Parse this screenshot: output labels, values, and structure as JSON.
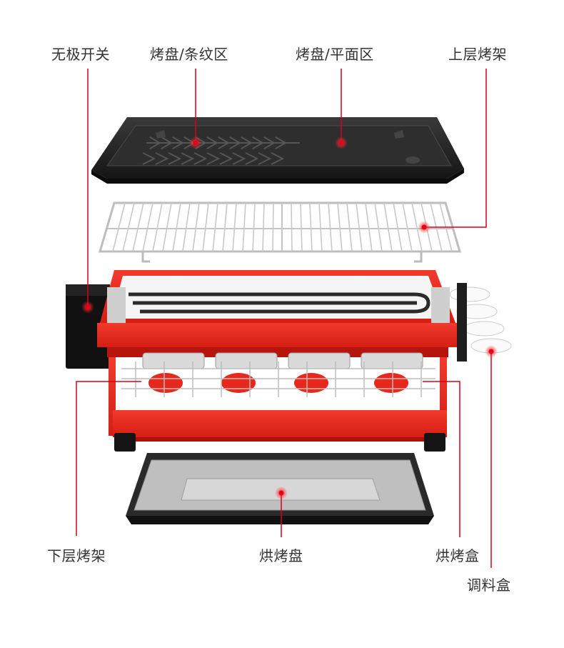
{
  "labels": {
    "stepless_switch": "无极开关",
    "plate_stripe": "烤盘/条纹区",
    "plate_flat": "烤盘/平面区",
    "upper_rack": "上层烤架",
    "lower_rack": "下层烤架",
    "baking_tray": "烘烤盘",
    "baking_box": "烘烤盒",
    "seasoning_box": "调料盒"
  },
  "colors": {
    "frame_red": "#e8271d",
    "plate_black": "#1b1b1b",
    "steel": "#c9c9c9",
    "leader_line": "#d8001a",
    "marker": "#e8001c"
  }
}
